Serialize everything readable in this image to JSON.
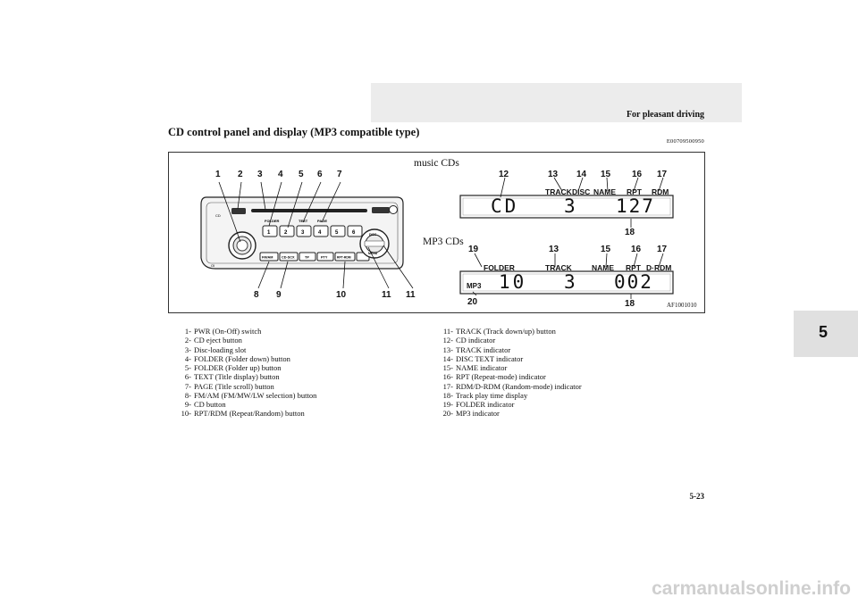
{
  "header": {
    "running_head": "For pleasant driving",
    "title": "CD control panel and display (MP3 compatible type)",
    "code": "E00709500950"
  },
  "figure": {
    "label_music": "music CDs",
    "label_mp3": "MP3 CDs",
    "figure_id": "AF1001010",
    "radio": {
      "callouts_top": [
        "1",
        "2",
        "3",
        "4",
        "5",
        "6",
        "7"
      ],
      "callouts_bottom": [
        "8",
        "9",
        "10",
        "11",
        "11"
      ],
      "buttons": [
        "FM/AM",
        "CD-SCX",
        "TP",
        "PTY",
        "RPT·RDM",
        "FOLDER",
        "TEXT",
        "PAGE",
        "1",
        "2",
        "3",
        "4",
        "5",
        "6",
        "DISC",
        "MENU"
      ]
    },
    "music_display": {
      "callouts": [
        "12",
        "13",
        "14",
        "15",
        "16",
        "17",
        "18"
      ],
      "indicators": [
        "TRACK",
        "DISC",
        "NAME",
        "RPT",
        "RDM"
      ],
      "seg_left": "CD",
      "seg_mid": "3",
      "seg_right": "127"
    },
    "mp3_display": {
      "callouts": [
        "19",
        "13",
        "15",
        "16",
        "17",
        "20",
        "18"
      ],
      "indicators": [
        "FOLDER",
        "TRACK",
        "NAME",
        "RPT",
        "D·RDM"
      ],
      "mp3_badge": "MP3",
      "seg_left": "10",
      "seg_mid": "3",
      "seg_right": "002"
    }
  },
  "legend_left": [
    {
      "n": "1-",
      "t": "PWR (On-Off) switch"
    },
    {
      "n": "2-",
      "t": "CD eject button"
    },
    {
      "n": "3-",
      "t": "Disc-loading slot"
    },
    {
      "n": "4-",
      "t": "FOLDER (Folder down) button"
    },
    {
      "n": "5-",
      "t": "FOLDER (Folder up) button"
    },
    {
      "n": "6-",
      "t": "TEXT (Title display) button"
    },
    {
      "n": "7-",
      "t": "PAGE (Title scroll) button"
    },
    {
      "n": "8-",
      "t": "FM/AM (FM/MW/LW selection) button"
    },
    {
      "n": "9-",
      "t": "CD button"
    },
    {
      "n": "10-",
      "t": "RPT/RDM (Repeat/Random) button"
    }
  ],
  "legend_right": [
    {
      "n": "11-",
      "t": "TRACK (Track down/up) button"
    },
    {
      "n": "12-",
      "t": "CD indicator"
    },
    {
      "n": "13-",
      "t": "TRACK indicator"
    },
    {
      "n": "14-",
      "t": "DISC TEXT indicator"
    },
    {
      "n": "15-",
      "t": "NAME indicator"
    },
    {
      "n": "16-",
      "t": "RPT (Repeat-mode) indicator"
    },
    {
      "n": "17-",
      "t": "RDM/D-RDM (Random-mode) indicator"
    },
    {
      "n": "18-",
      "t": "Track play time display"
    },
    {
      "n": "19-",
      "t": "FOLDER indicator"
    },
    {
      "n": "20-",
      "t": "MP3 indicator"
    }
  ],
  "side_tab": "5",
  "page_number": "5-23",
  "watermark": "carmanualsonline.info"
}
